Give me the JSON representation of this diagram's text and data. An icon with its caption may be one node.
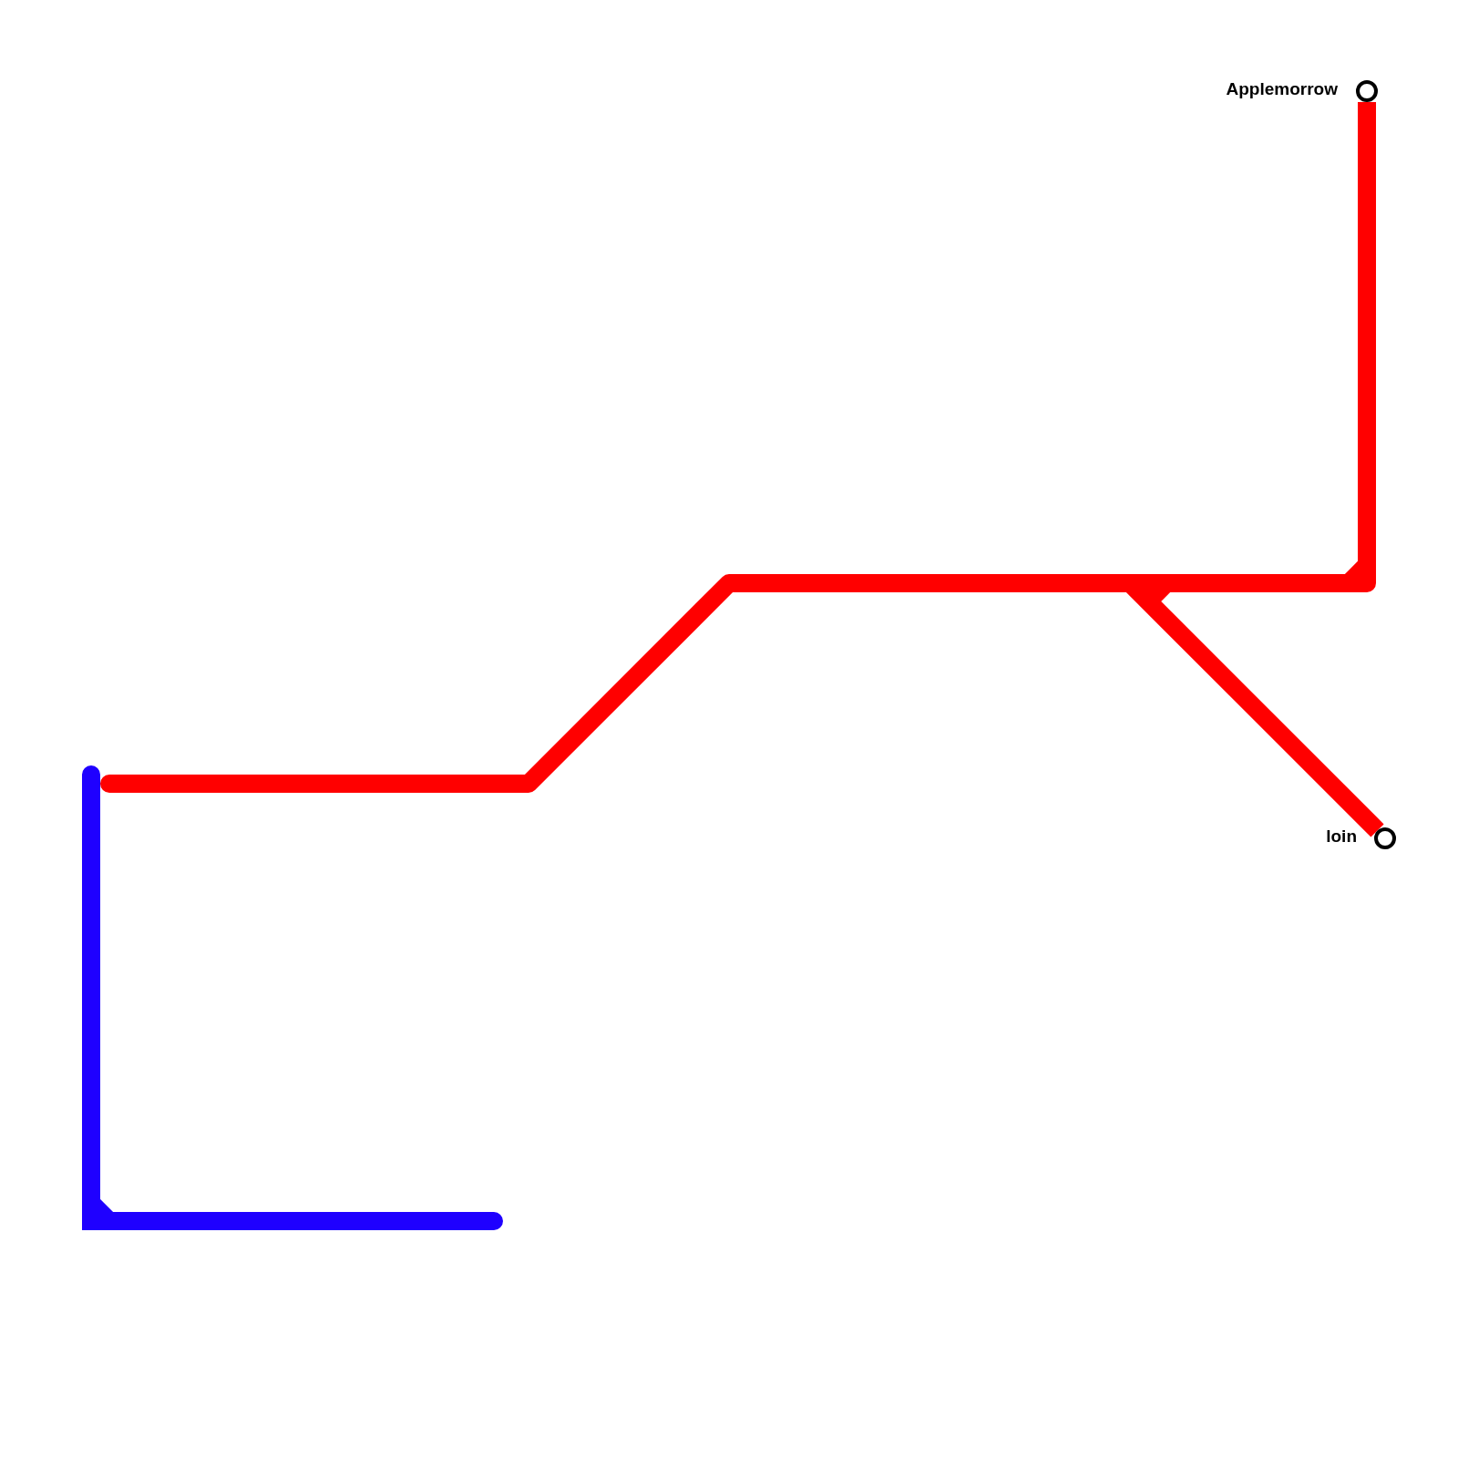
{
  "diagram": {
    "nodes": [
      {
        "text": [],
        "shape": "circle",
        "beside": [
          "Applemorrow"
        ]
      },
      {
        "text": [],
        "shape": "circle",
        "beside": [
          "loin"
        ]
      }
    ],
    "edges": [
      {
        "from": null,
        "to": 0,
        "arrow": "none"
      },
      {
        "from": null,
        "to": 1,
        "arrow": "none"
      }
    ]
  }
}
